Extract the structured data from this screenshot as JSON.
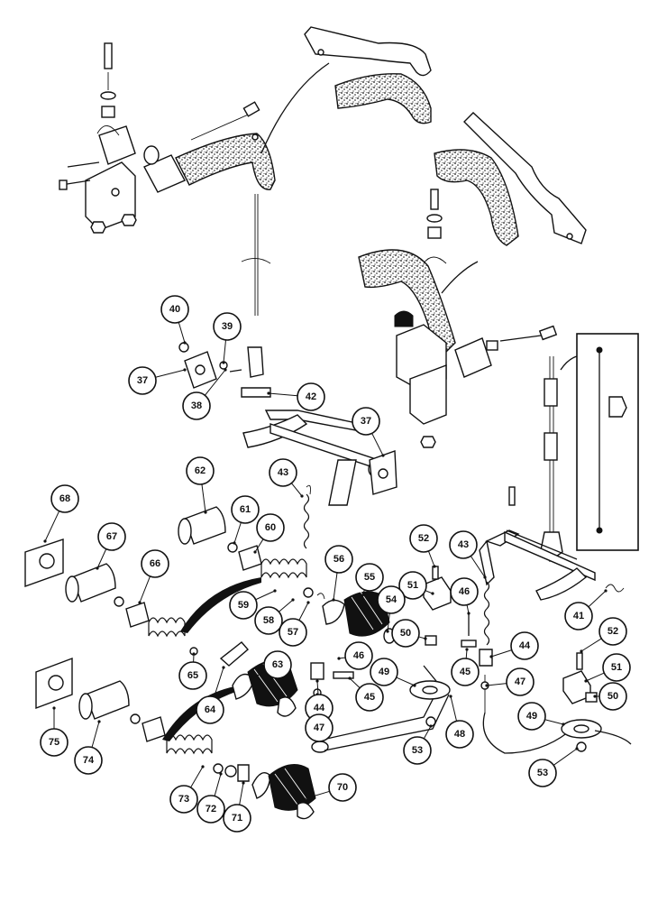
{
  "diagram": {
    "callouts": [
      {
        "id": "40"
      },
      {
        "id": "39"
      },
      {
        "id": "37"
      },
      {
        "id": "38"
      },
      {
        "id": "42"
      },
      {
        "id": "37b",
        "label": "37"
      },
      {
        "id": "62"
      },
      {
        "id": "43"
      },
      {
        "id": "68"
      },
      {
        "id": "61"
      },
      {
        "id": "60"
      },
      {
        "id": "67"
      },
      {
        "id": "66"
      },
      {
        "id": "56"
      },
      {
        "id": "55"
      },
      {
        "id": "52"
      },
      {
        "id": "43b",
        "label": "43"
      },
      {
        "id": "59"
      },
      {
        "id": "58"
      },
      {
        "id": "57"
      },
      {
        "id": "51"
      },
      {
        "id": "54"
      },
      {
        "id": "46"
      },
      {
        "id": "41"
      },
      {
        "id": "52b",
        "label": "52"
      },
      {
        "id": "50"
      },
      {
        "id": "65"
      },
      {
        "id": "46b",
        "label": "46"
      },
      {
        "id": "44"
      },
      {
        "id": "51b",
        "label": "51"
      },
      {
        "id": "63"
      },
      {
        "id": "49"
      },
      {
        "id": "45"
      },
      {
        "id": "44b",
        "label": "44"
      },
      {
        "id": "45b",
        "label": "45"
      },
      {
        "id": "64"
      },
      {
        "id": "47"
      },
      {
        "id": "47b",
        "label": "47"
      },
      {
        "id": "50b",
        "label": "50"
      },
      {
        "id": "75"
      },
      {
        "id": "49b",
        "label": "49"
      },
      {
        "id": "48"
      },
      {
        "id": "74"
      },
      {
        "id": "53"
      },
      {
        "id": "53b",
        "label": "53"
      },
      {
        "id": "70"
      },
      {
        "id": "73"
      },
      {
        "id": "72"
      },
      {
        "id": "71"
      }
    ]
  }
}
